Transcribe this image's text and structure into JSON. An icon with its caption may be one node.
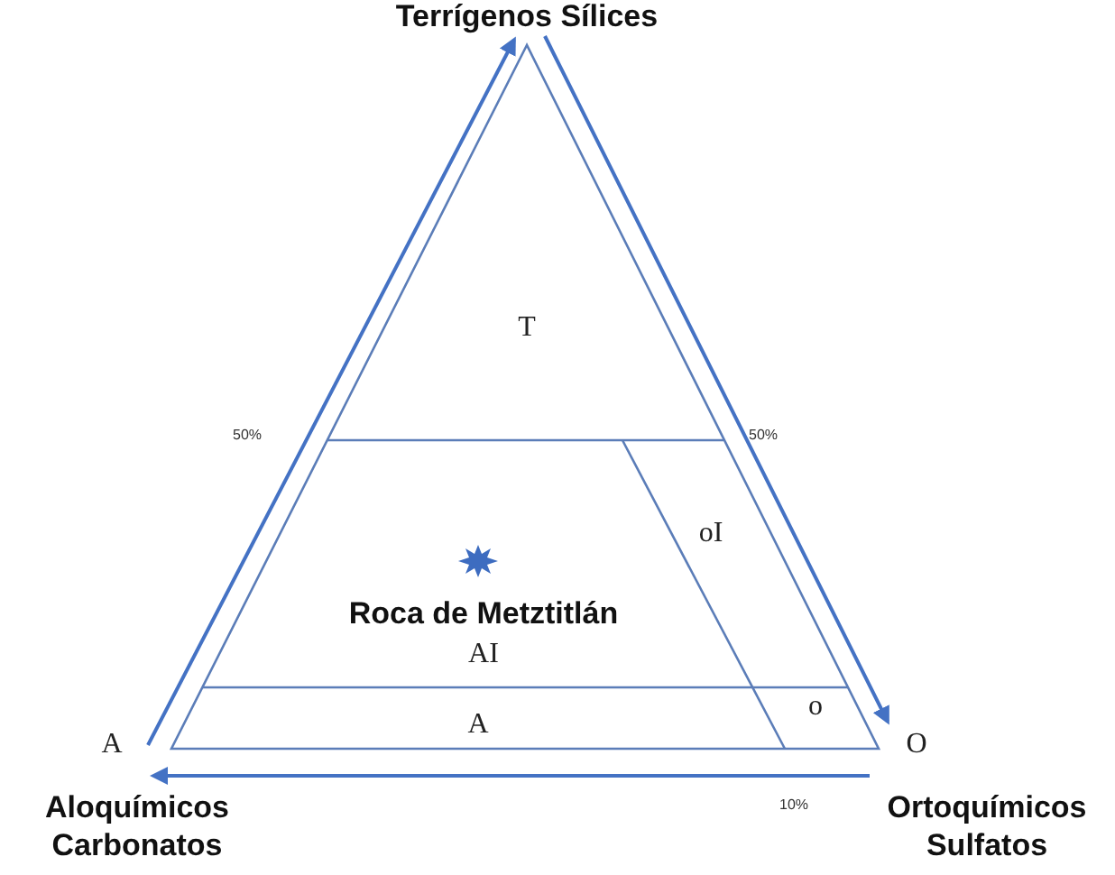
{
  "diagram": {
    "labels": [
      "Terrígenos Sílices",
      "T",
      "50%",
      "50%",
      "oI",
      "Roca de Metztitlán",
      "AI",
      "o",
      "A",
      "A",
      "O",
      "10%",
      "Aloquímicos Carbonatos",
      "Ortoquímicos Sulfatos"
    ]
  }
}
